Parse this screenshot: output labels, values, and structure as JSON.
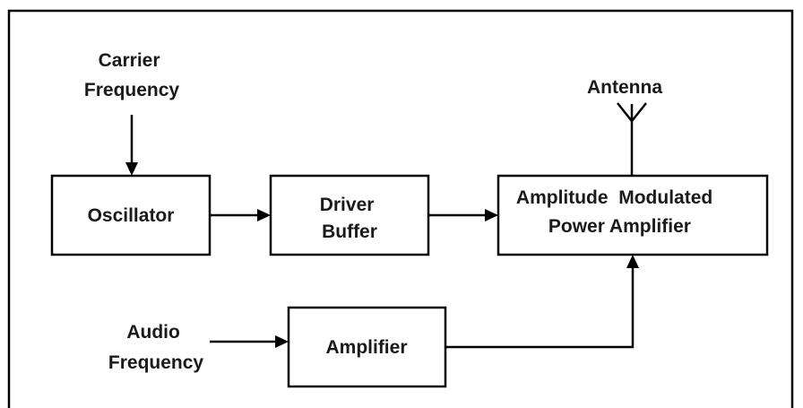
{
  "diagram": {
    "inputs": {
      "carrier_frequency": [
        "Carrier",
        "Frequency"
      ],
      "audio_frequency": [
        "Audio",
        "Frequency"
      ]
    },
    "blocks": {
      "oscillator": [
        "Oscillator"
      ],
      "driver_buffer": [
        "Driver",
        "Buffer"
      ],
      "am_power_amplifier": [
        "Amplitude  Modulated",
        "Power Amplifier"
      ],
      "amplifier": [
        "Amplifier"
      ]
    },
    "outputs": {
      "antenna": [
        "Antenna"
      ]
    }
  }
}
